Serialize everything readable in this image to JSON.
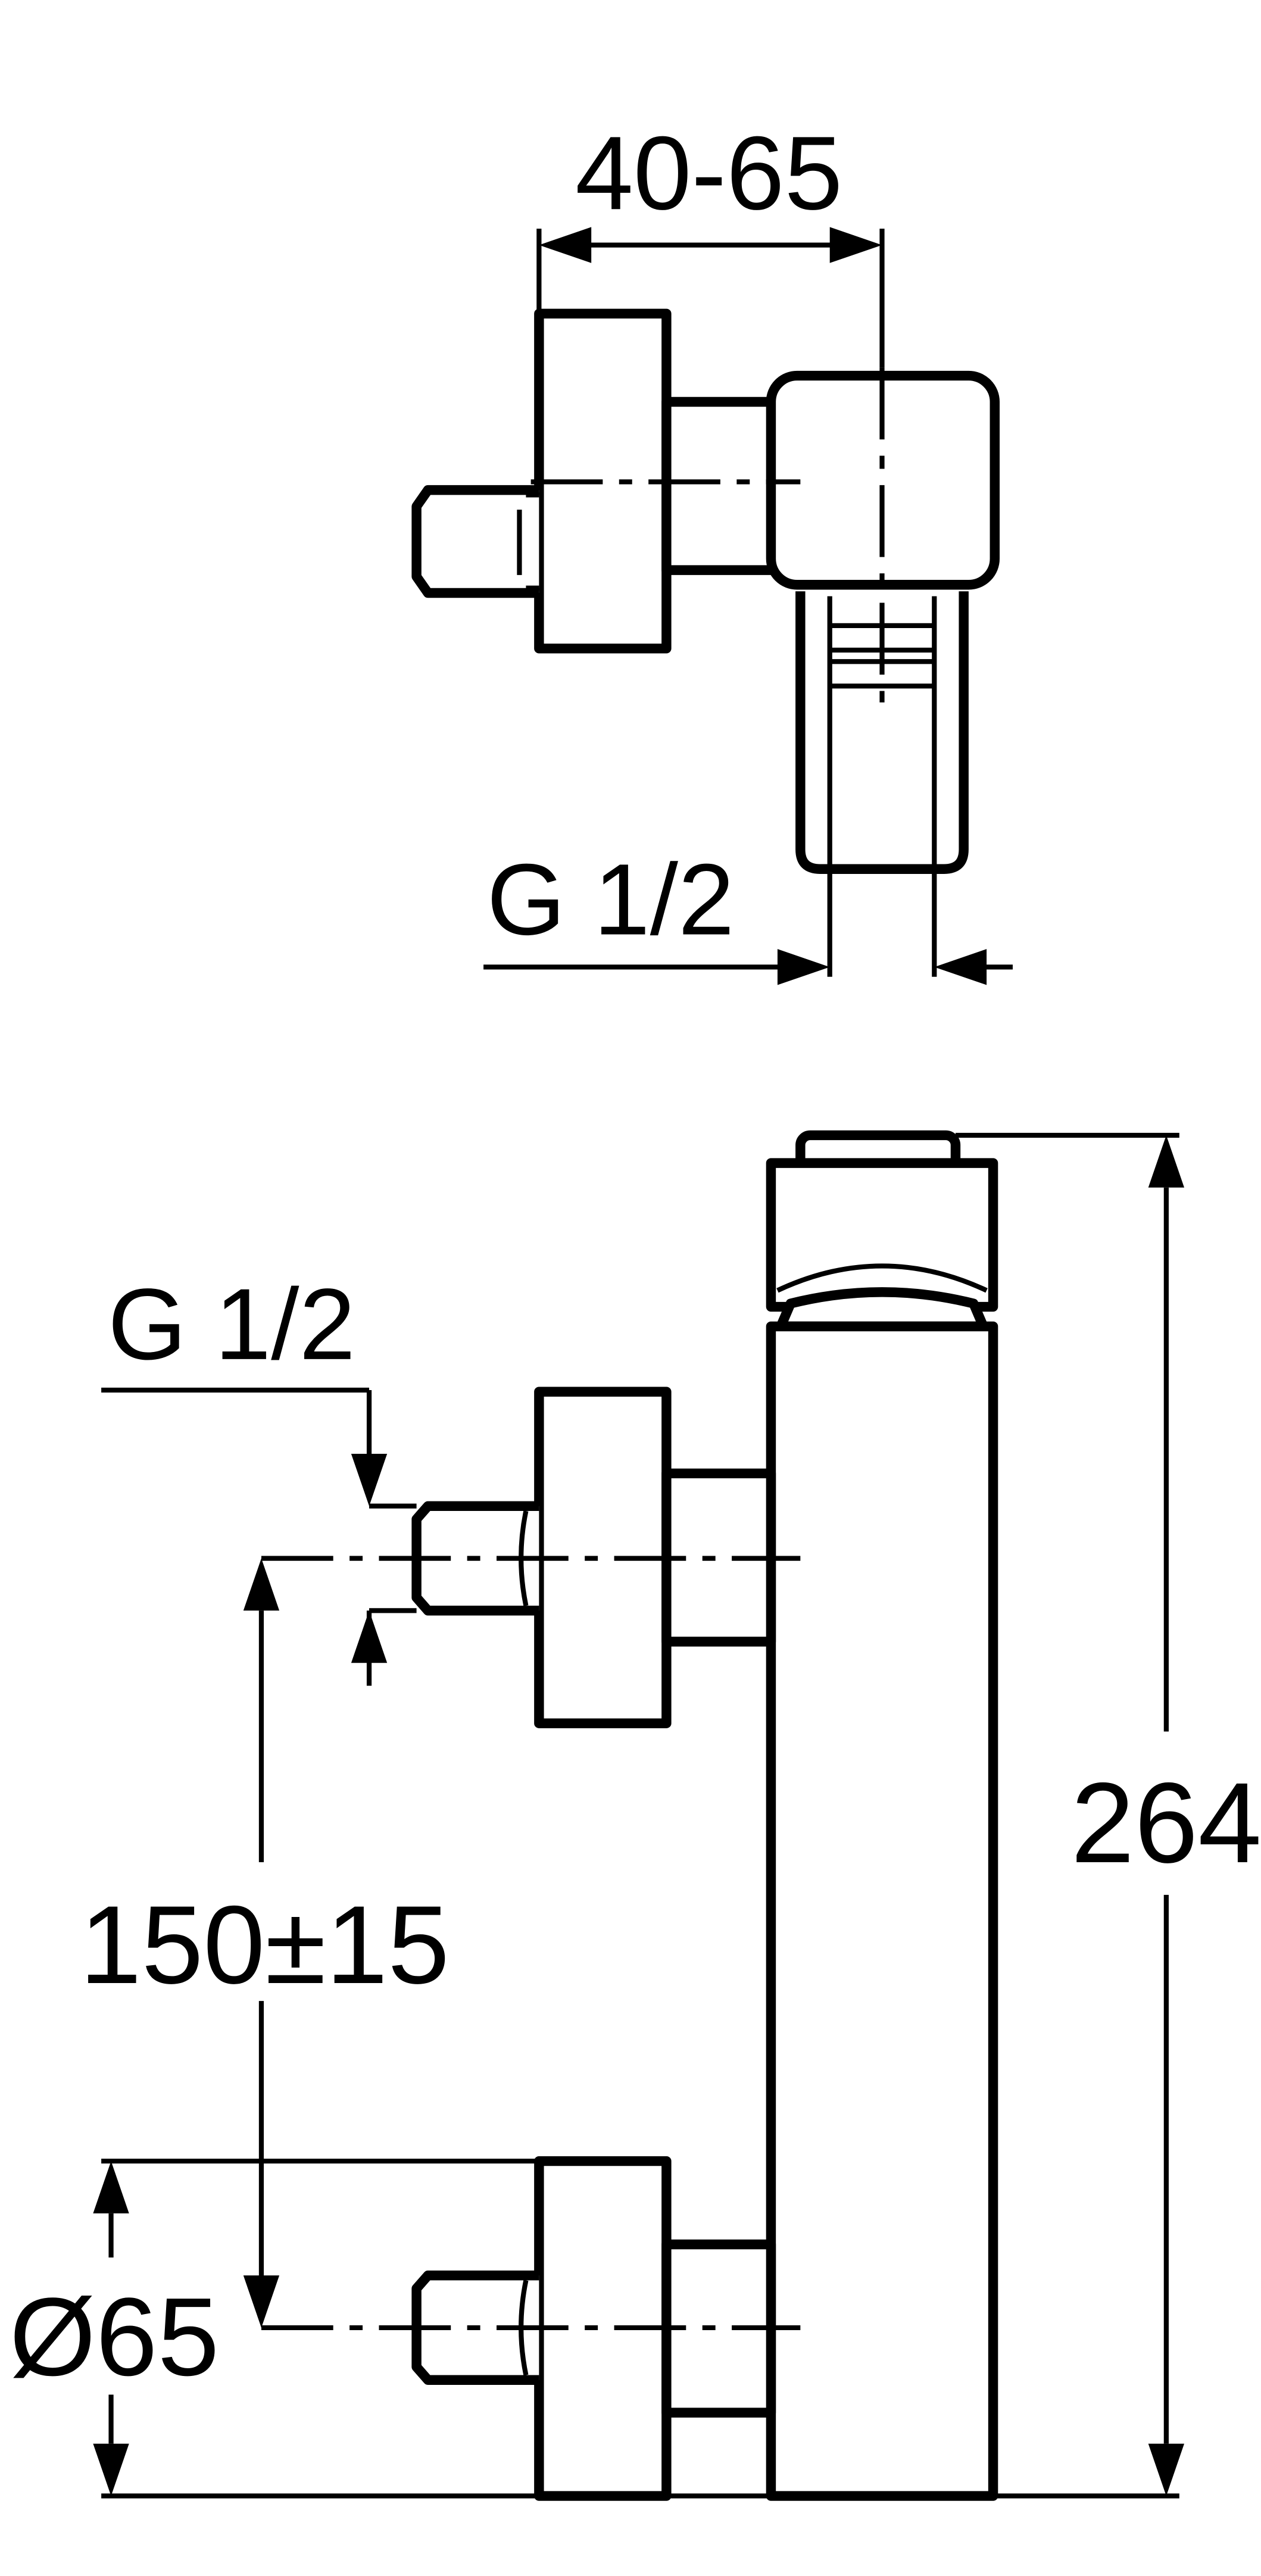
{
  "drawing": {
    "dimensions": {
      "top_offset": "40-65",
      "top_thread": "G 1/2",
      "side_thread": "G 1/2",
      "center_distance": "150±15",
      "rosette_diameter": "Ø65",
      "overall_height": "264"
    }
  }
}
